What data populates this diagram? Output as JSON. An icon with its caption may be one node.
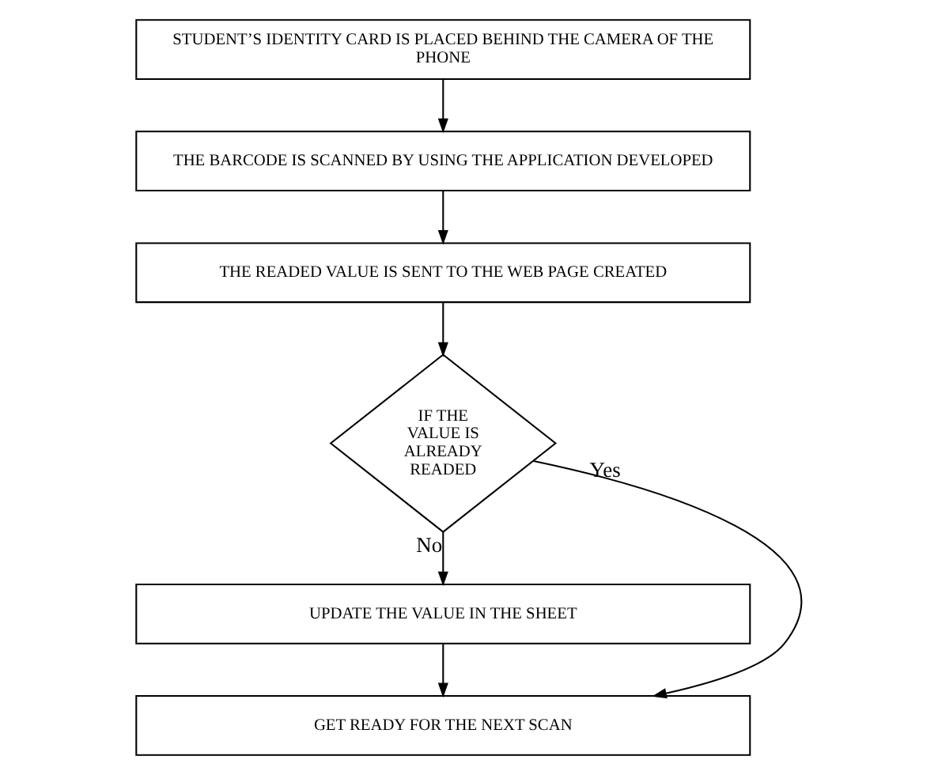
{
  "diagram": {
    "nodes": [
      {
        "text": [
          "STUDENT’S IDENTITY CARD IS PLACED BEHIND THE CAMERA OF THE PHONE"
        ]
      },
      {
        "text": [
          "THE BARCODE IS SCANNED BY USING THE APPLICATION DEVELOPED"
        ]
      },
      {
        "text": [
          "THE READED VALUE IS SENT TO THE WEB PAGE CREATED"
        ]
      },
      {
        "text": [
          "IF THE VALUE IS ALREADY READED"
        ]
      },
      {
        "text": [
          "UPDATE THE VALUE IN THE SHEET"
        ]
      },
      {
        "text": [
          "GET READY FOR THE NEXT SCAN"
        ]
      }
    ],
    "edges": [
      {
        "from": 0,
        "to": 1,
        "arrow": "to"
      },
      {
        "from": 1,
        "to": 2,
        "arrow": "to"
      },
      {
        "from": 2,
        "to": 3,
        "arrow": "to"
      },
      {
        "from": 3,
        "to": 4,
        "arrow": "to",
        "label": "No"
      },
      {
        "from": 4,
        "to": 5,
        "arrow": "to"
      },
      {
        "from": 3,
        "to": 5,
        "arrow": "to",
        "label": "Yes"
      }
    ]
  }
}
